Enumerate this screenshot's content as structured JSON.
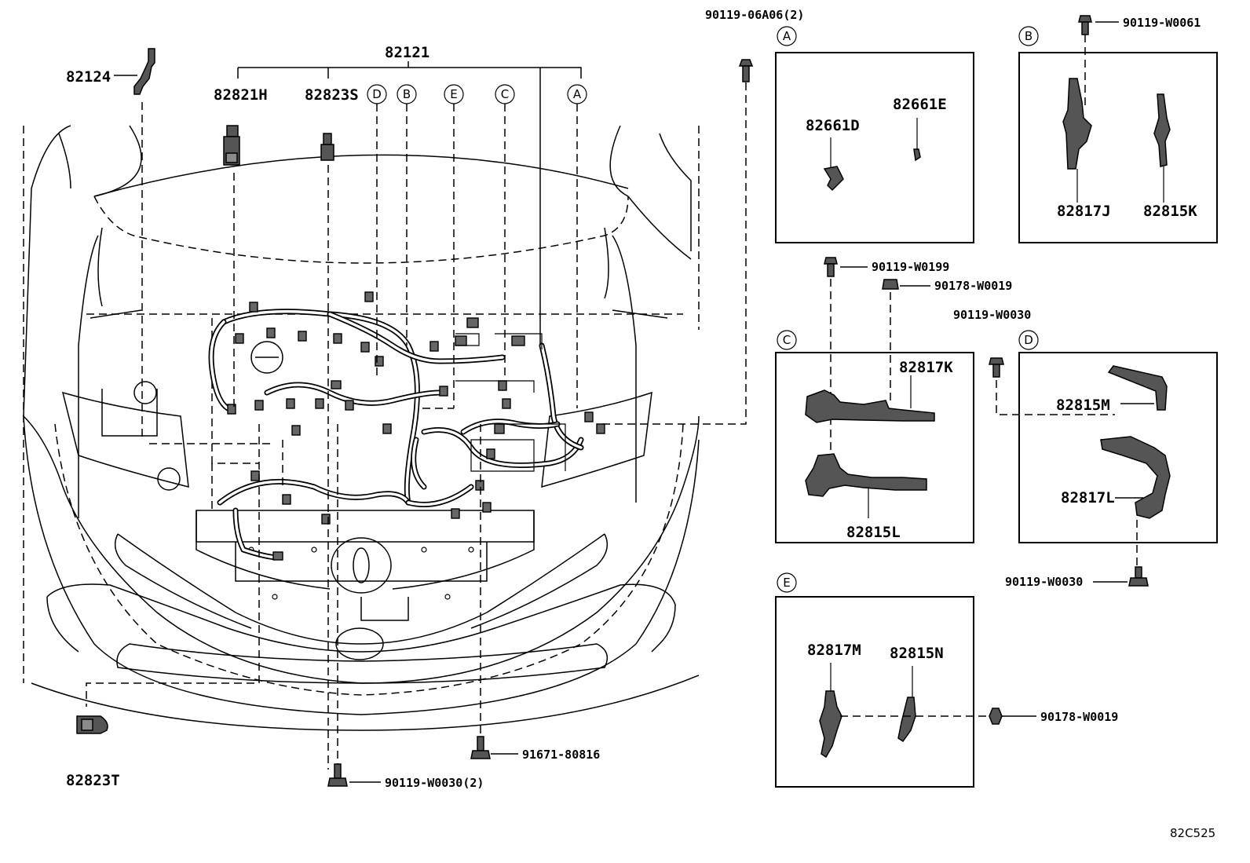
{
  "figure_code": "82C525",
  "main_labels": {
    "harness": "82121",
    "connector_82124": "82124",
    "connector_82821h": "82821H",
    "connector_82823s": "82823S",
    "connector_82823t": "82823T",
    "bolt_top": "90119-06A06(2)",
    "bolt_bottom_1": "91671-80816",
    "bolt_bottom_2": "90119-W0030(2)"
  },
  "callouts": [
    "D",
    "B",
    "E",
    "C",
    "A"
  ],
  "detail_boxes": {
    "A": {
      "letter": "A",
      "parts": [
        "82661D",
        "82661E"
      ]
    },
    "B": {
      "letter": "B",
      "parts": [
        "82817J",
        "82815K"
      ],
      "bolt": "90119-W0061"
    },
    "C": {
      "letter": "C",
      "parts": [
        "82817K",
        "82815L"
      ],
      "bolts": [
        "90119-W0199",
        "90178-W0019"
      ]
    },
    "D": {
      "letter": "D",
      "parts": [
        "82815M",
        "82817L"
      ],
      "bolts": [
        "90119-W0030",
        "90119-W0030"
      ]
    },
    "E": {
      "letter": "E",
      "parts": [
        "82817M",
        "82815N"
      ],
      "bolt": "90178-W0019"
    }
  }
}
